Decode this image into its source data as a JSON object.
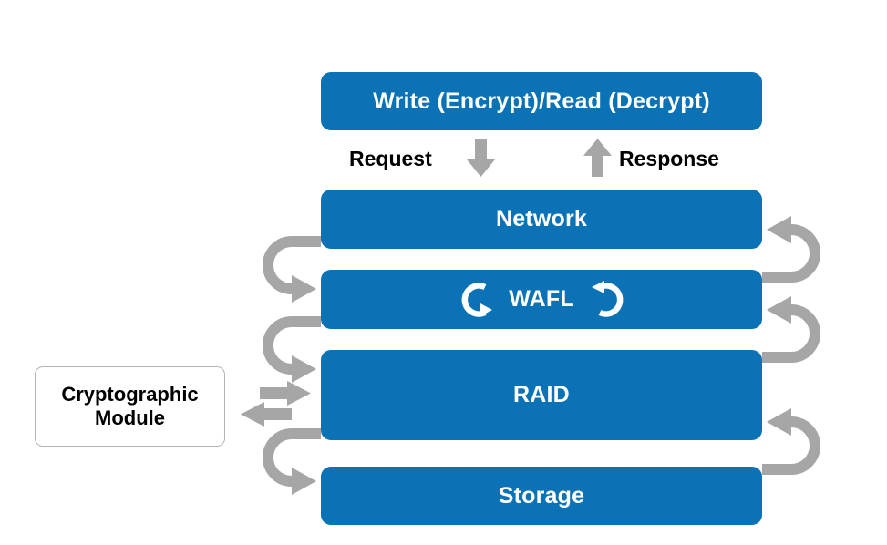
{
  "diagram": {
    "title": "Write (Encrypt)/Read (Decrypt) storage stack with Cryptographic Module",
    "colors": {
      "box_blue": "#0b72b5",
      "arrow_gray": "#a6a6a6",
      "box_text": "#ffffff",
      "label_text": "#000000",
      "module_border": "#b3b3b3",
      "background": "#ffffff"
    },
    "top_box": {
      "label": "Write (Encrypt)/Read (Decrypt)"
    },
    "flow_labels": {
      "request": "Request",
      "response": "Response"
    },
    "layers": [
      {
        "id": "network",
        "label": "Network"
      },
      {
        "id": "wafl",
        "label": "WAFL"
      },
      {
        "id": "raid",
        "label": "RAID"
      },
      {
        "id": "storage",
        "label": "Storage"
      }
    ],
    "crypto_module": {
      "line1": "Cryptographic",
      "line2": "Module"
    },
    "icons": {
      "request_arrow": "arrow-down-icon",
      "response_arrow": "arrow-up-icon",
      "wafl_left": "recycle-arrow-clockwise-icon",
      "wafl_right": "recycle-arrow-counterclockwise-icon",
      "left_connector": "u-turn-arrow-down-right-icon",
      "right_connector": "u-turn-arrow-up-left-icon",
      "module_in": "arrow-right-icon",
      "module_out": "arrow-left-icon"
    }
  }
}
